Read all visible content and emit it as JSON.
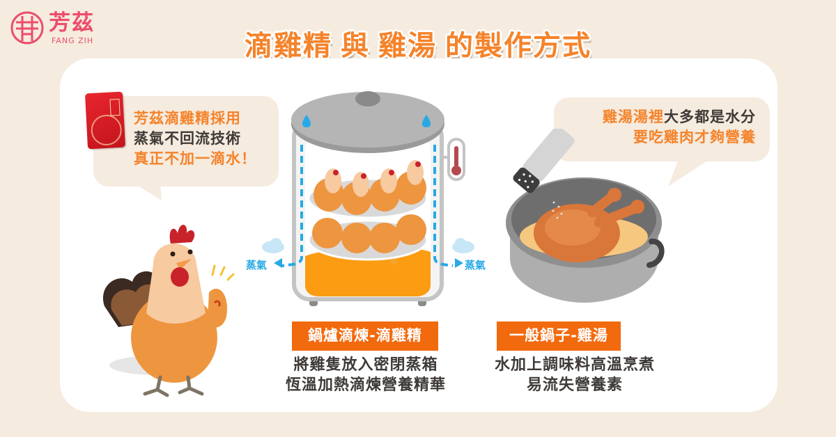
{
  "brand": {
    "name_cn": "芳茲",
    "name_en": "FANG ZIH",
    "color": "#ec4d6b"
  },
  "title": {
    "part1": "滴雞精",
    "connector": "與",
    "part2": "雞湯",
    "part3": "的製作方式",
    "color": "#f5832a"
  },
  "left_bubble": {
    "line1": "芳茲滴雞精採用",
    "line2": "蒸氣不回流技術",
    "line3": "真正不加一滴水！"
  },
  "right_bubble": {
    "line1_highlight": "雞湯湯裡",
    "line1_rest": "大多都是水分",
    "line2": "要吃雞肉才夠營養"
  },
  "steamer": {
    "steam_label_left": "蒸氣",
    "steam_label_right": "蒸氣",
    "tag": "鍋爐滴煉-滴雞精",
    "desc_line1": "將雞隻放入密閉蒸箱",
    "desc_line2": "恆溫加熱滴煉營養精華"
  },
  "pot": {
    "tag": "一般鍋子-雞湯",
    "desc_line1": "水加上調味料高溫烹煮",
    "desc_line2": "易流失營養素"
  },
  "colors": {
    "background": "#f5ebdf",
    "panel": "#ffffff",
    "tag_bg": "#f26a0e",
    "steam_blue": "#27a9e5",
    "broth_orange": "#fb9c12",
    "text_dark": "#3f3a37"
  }
}
